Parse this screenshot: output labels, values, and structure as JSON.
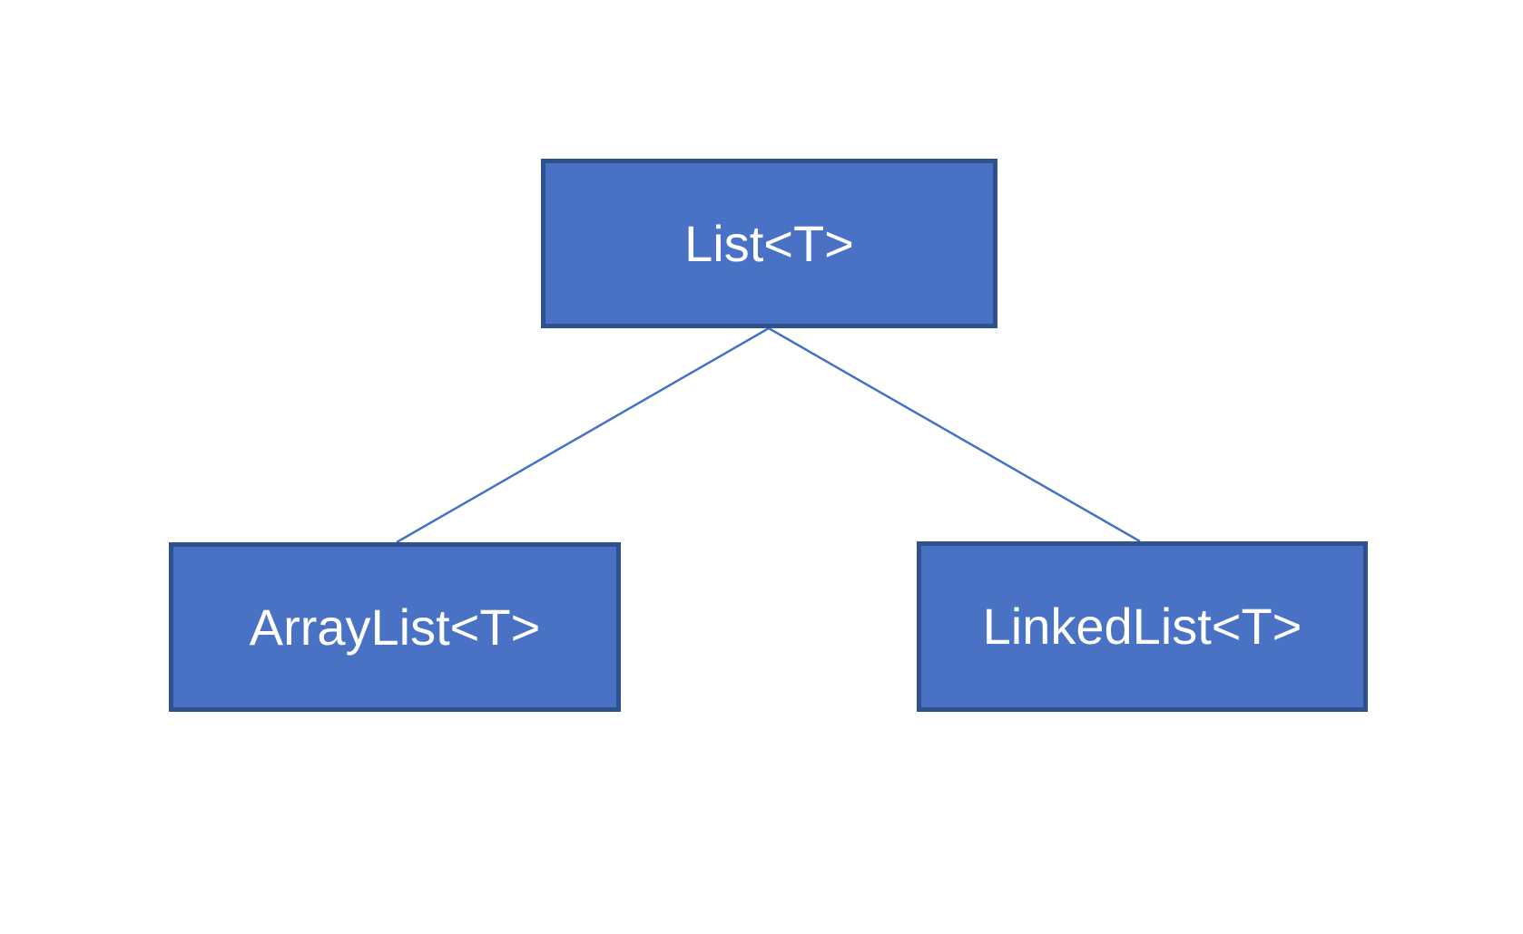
{
  "diagram": {
    "type": "tree",
    "description": "Class hierarchy diagram of generic List types",
    "nodes": [
      {
        "id": "list",
        "label": "List<T>"
      },
      {
        "id": "arraylist",
        "label": "ArrayList<T>"
      },
      {
        "id": "linkedlist",
        "label": "LinkedList<T>"
      }
    ],
    "edges": [
      {
        "from": "list",
        "to": "arraylist"
      },
      {
        "from": "list",
        "to": "linkedlist"
      }
    ],
    "colors": {
      "node_fill": "#4A72C4",
      "node_border": "#2F528F",
      "edge": "#4472C4",
      "text": "#FFFFFF",
      "background": "#FFFFFF"
    }
  }
}
